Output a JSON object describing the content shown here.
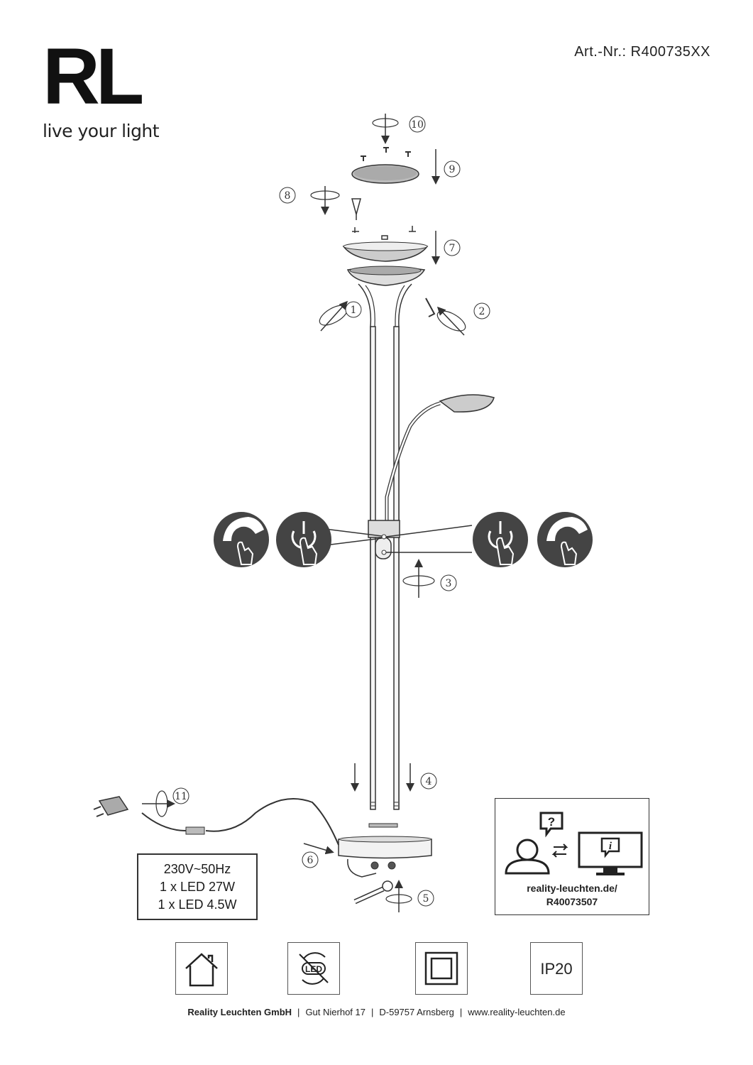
{
  "brand": {
    "logo": "RL",
    "tagline": "live your light"
  },
  "article_number": "Art.-Nr.: R400735XX",
  "step_numbers": [
    "1",
    "2",
    "3",
    "4",
    "5",
    "6",
    "7",
    "8",
    "9",
    "10",
    "11"
  ],
  "specs": {
    "voltage": "230V~50Hz",
    "led_main": "1 x LED 27W",
    "led_reading": "1 x LED 4.5W"
  },
  "info": {
    "question_mark": "?",
    "info_symbol": "i",
    "url_line1": "reality-leuchten.de/",
    "url_line2": "R40073507"
  },
  "symbols": {
    "indoor_icon": "house-icon",
    "led_icon": "led-not-replaceable-icon",
    "led_text": "LED",
    "protection_class_icon": "protection-class-ii-icon",
    "ip_rating": "IP20"
  },
  "touch_icons": [
    "dimmer-touch-icon",
    "power-touch-icon",
    "power-touch-icon",
    "dimmer-touch-icon"
  ],
  "footer": {
    "company": "Reality Leuchten GmbH",
    "street": "Gut Nierhof 17",
    "city": "D-59757 Arnsberg",
    "website": "www.reality-leuchten.de"
  },
  "colors": {
    "ink": "#333333",
    "icon_fill": "#444444"
  }
}
